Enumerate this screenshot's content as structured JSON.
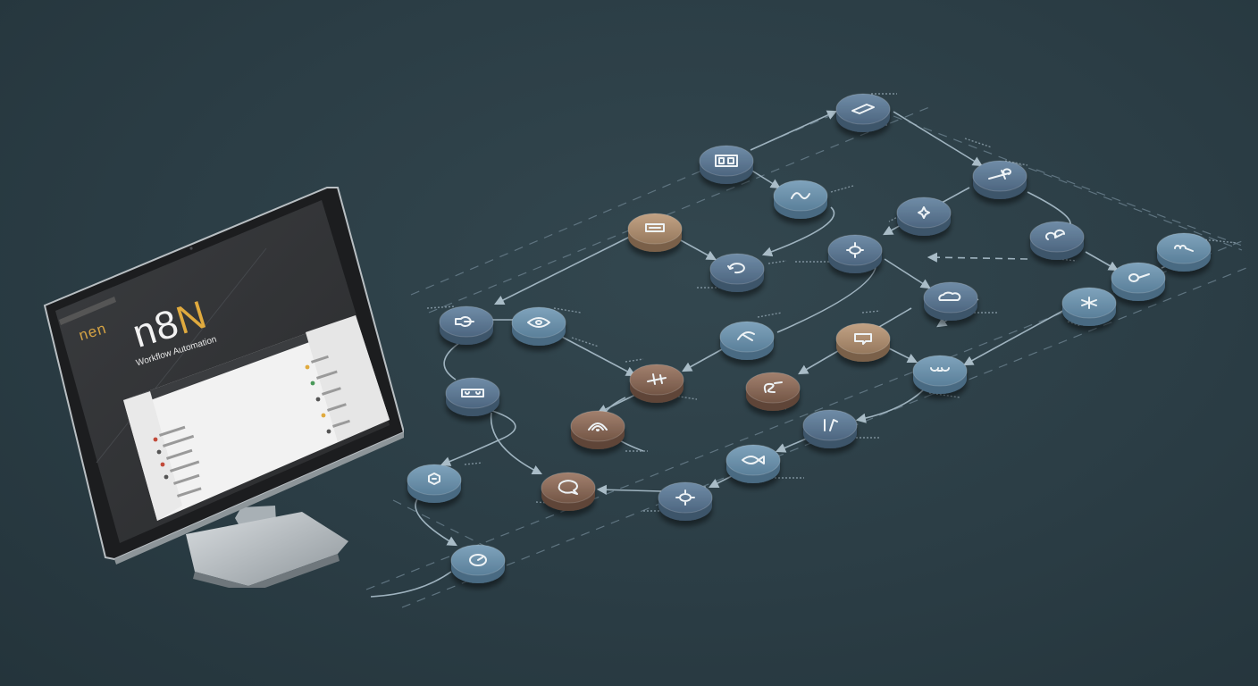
{
  "monitor": {
    "logo_small": "nen",
    "logo_large_main": "n8",
    "logo_large_accent": "N",
    "tagline": "Workflow Automation"
  },
  "colors": {
    "background": "#2b3d45",
    "node_blue": "#5b7691",
    "node_blue_light": "#6f93ad",
    "node_tan": "#a78a6e",
    "node_brown": "#8a6a5a",
    "connector": "#9fb3bf",
    "logo_gold": "#e0aa3e"
  },
  "nodes": [
    {
      "id": "n1",
      "icon": "brush-icon",
      "tone": "blue"
    },
    {
      "id": "n2",
      "icon": "qr-grid-icon",
      "tone": "blue"
    },
    {
      "id": "n3",
      "icon": "snake-icon",
      "tone": "blue-light"
    },
    {
      "id": "n4",
      "icon": "airplane-icon",
      "tone": "blue"
    },
    {
      "id": "n5",
      "icon": "rect-card-icon",
      "tone": "tan"
    },
    {
      "id": "n6",
      "icon": "gear-icon",
      "tone": "blue"
    },
    {
      "id": "n7",
      "icon": "sun-icon",
      "tone": "blue"
    },
    {
      "id": "n8",
      "icon": "link-icon",
      "tone": "blue"
    },
    {
      "id": "n9",
      "icon": "circuit-icon",
      "tone": "blue-light"
    },
    {
      "id": "n10",
      "icon": "refresh-icon",
      "tone": "blue"
    },
    {
      "id": "n11",
      "icon": "cloud-icon",
      "tone": "blue"
    },
    {
      "id": "n12",
      "icon": "key-icon",
      "tone": "blue-light"
    },
    {
      "id": "n13",
      "icon": "spark-icon",
      "tone": "blue-light"
    },
    {
      "id": "n14",
      "icon": "mouse-icon",
      "tone": "blue"
    },
    {
      "id": "n15",
      "icon": "eye-icon",
      "tone": "blue-light"
    },
    {
      "id": "n16",
      "icon": "leaf-icon",
      "tone": "blue-light"
    },
    {
      "id": "n17",
      "icon": "chat-icon",
      "tone": "tan"
    },
    {
      "id": "n18",
      "icon": "film-icon",
      "tone": "blue"
    },
    {
      "id": "n19",
      "icon": "wrench-icon",
      "tone": "brown"
    },
    {
      "id": "n20",
      "icon": "ampersand-icon",
      "tone": "brown"
    },
    {
      "id": "n21",
      "icon": "scissors-icon",
      "tone": "blue-light"
    },
    {
      "id": "n22",
      "icon": "wifi-icon",
      "tone": "brown"
    },
    {
      "id": "n23",
      "icon": "music-icon",
      "tone": "blue"
    },
    {
      "id": "n24",
      "icon": "fish-icon",
      "tone": "blue-light"
    },
    {
      "id": "n25",
      "icon": "bug-icon",
      "tone": "blue-light"
    },
    {
      "id": "n26",
      "icon": "speech-icon",
      "tone": "brown"
    },
    {
      "id": "n27",
      "icon": "cog-icon",
      "tone": "blue"
    },
    {
      "id": "n28",
      "icon": "clock-icon",
      "tone": "blue-light"
    }
  ]
}
